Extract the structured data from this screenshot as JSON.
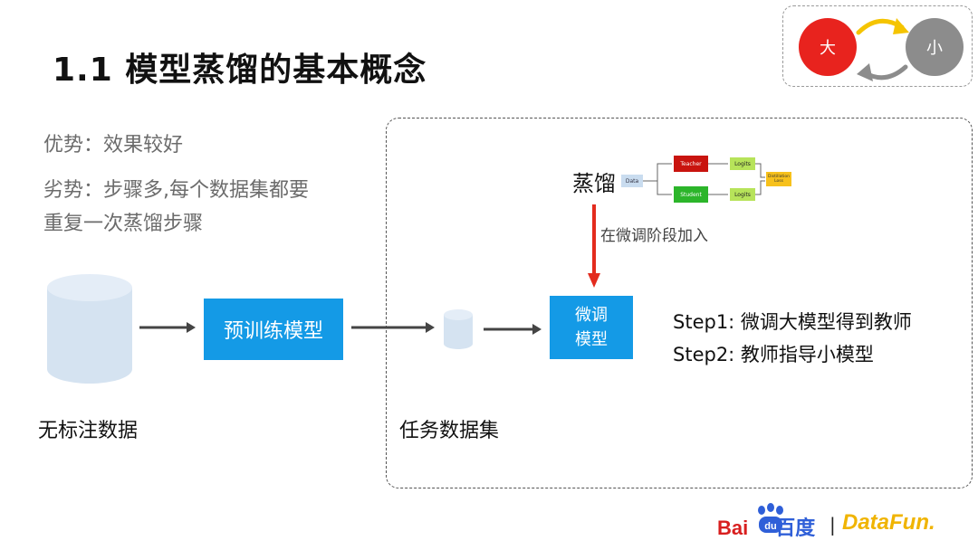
{
  "slide": {
    "title": "1.1 模型蒸馏的基本概念",
    "advantage": "优势：效果较好",
    "disadvantage_line1": "劣势：步骤多,每个数据集都要",
    "disadvantage_line2": "重复一次蒸馏步骤"
  },
  "swap_widget": {
    "big_label": "大",
    "small_label": "小",
    "colors": {
      "big": "#e8231e",
      "small": "#8c8c8c",
      "forward_arrow": "#f5c400",
      "back_arrow": "#8c8c8c"
    }
  },
  "pipeline": {
    "unlabeled_data_label": "无标注数据",
    "pretrain_label": "预训练模型",
    "task_data_label": "任务数据集",
    "finetune_line1": "微调",
    "finetune_line2": "模型"
  },
  "distill": {
    "word": "蒸馏",
    "stage_label": "在微调阶段加入",
    "mini_diagram": {
      "data": "Data",
      "teacher": "Teacher",
      "student": "Student",
      "logits_top": "Logits",
      "logits_bottom": "Logits",
      "loss": "Distillation Loss"
    },
    "colors": {
      "teacher": "#c9140f",
      "student": "#2cb52a",
      "logits": "#b7e35a",
      "loss": "#f7c11c",
      "arrow": "#e32b1e"
    }
  },
  "steps": {
    "step1": "Step1: 微调大模型得到教师",
    "step2": "Step2: 教师指导小模型"
  },
  "logos": {
    "baidu": "Bai百度",
    "separator": "|",
    "datafun": "DataFun."
  },
  "colors": {
    "accent_blue": "#149ae6",
    "cylinder": "#d5e3f1"
  }
}
